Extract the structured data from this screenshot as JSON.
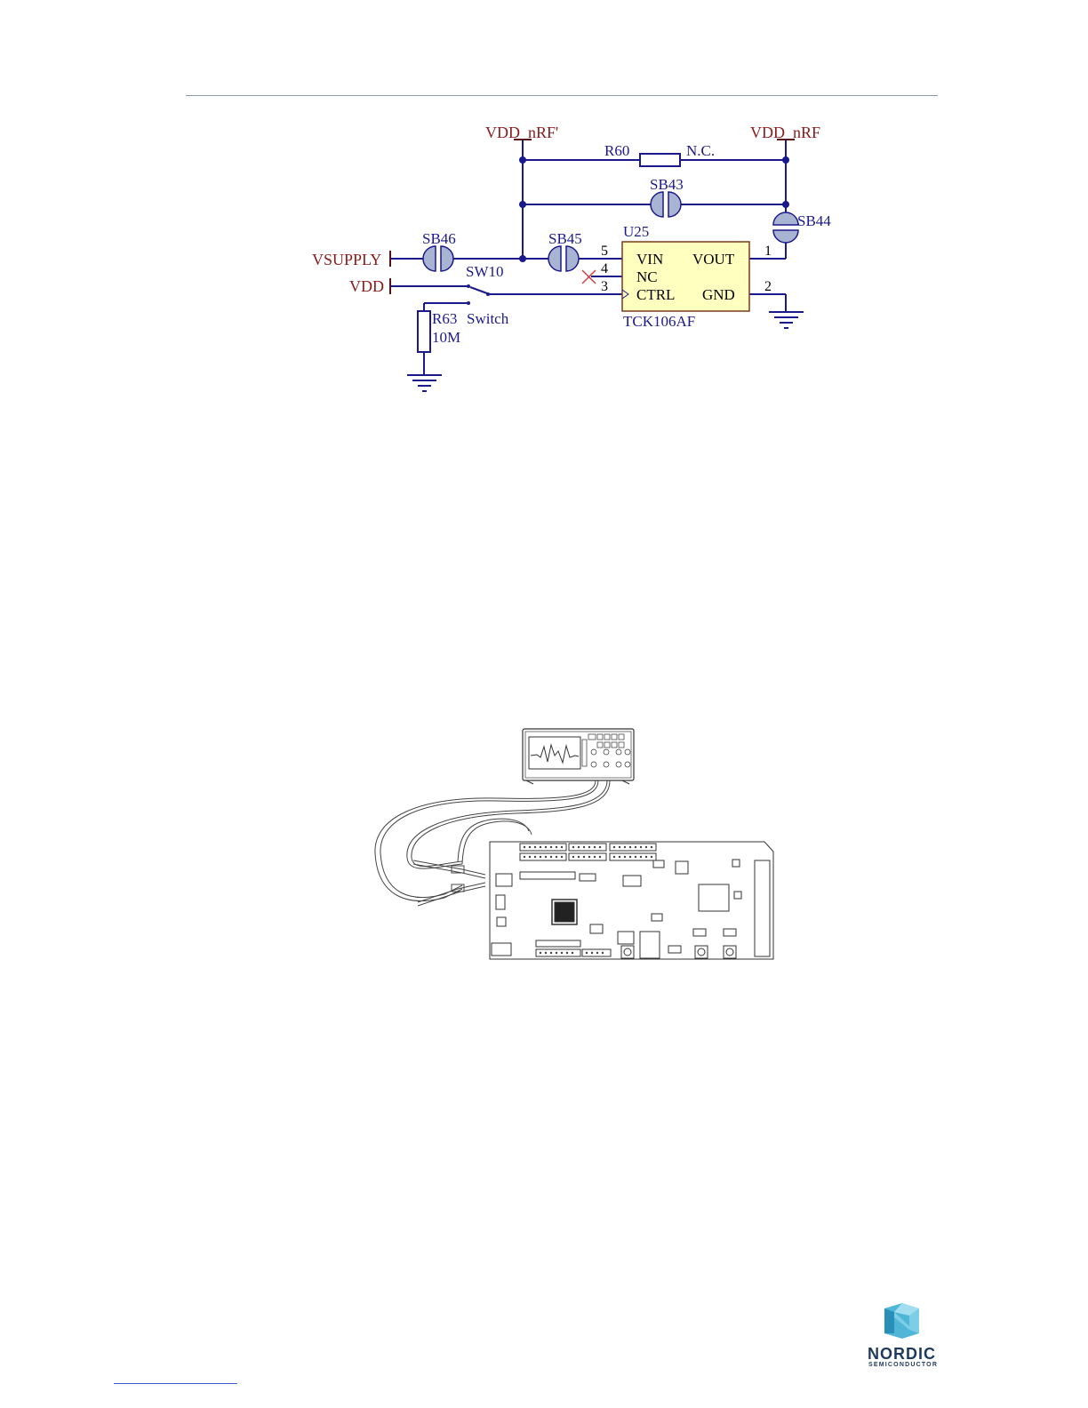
{
  "schematic": {
    "nets": {
      "vdd_nrf_prime": "VDD_nRF'",
      "vdd_nrf": "VDD_nRF",
      "vsupply": "VSUPPLY",
      "vdd": "VDD"
    },
    "components": {
      "r60": "R60",
      "r60_value": "N.C.",
      "sb43": "SB43",
      "sb44": "SB44",
      "sb45": "SB45",
      "sb46": "SB46",
      "sw10": "SW10",
      "r63": "R63",
      "r63_value": "10M",
      "r63_switch": "Switch",
      "u25": "U25",
      "u25_part": "TCK106AF"
    },
    "u25_pins": {
      "vin": "VIN",
      "nc": "NC",
      "ctrl": "CTRL",
      "vout": "VOUT",
      "gnd": "GND",
      "pin5": "5",
      "pin4": "4",
      "pin3": "3",
      "pin1": "1",
      "pin2": "2"
    }
  },
  "logo": {
    "name": "NORDIC",
    "sub": "SEMICONDUCTOR"
  },
  "colors": {
    "wire": "#1a1a8c",
    "net_label": "#8b1a1a",
    "chip_fill": "#ffffc0",
    "bridge_fill": "#a8b4d2",
    "logo_blue": "#00a9ce"
  }
}
